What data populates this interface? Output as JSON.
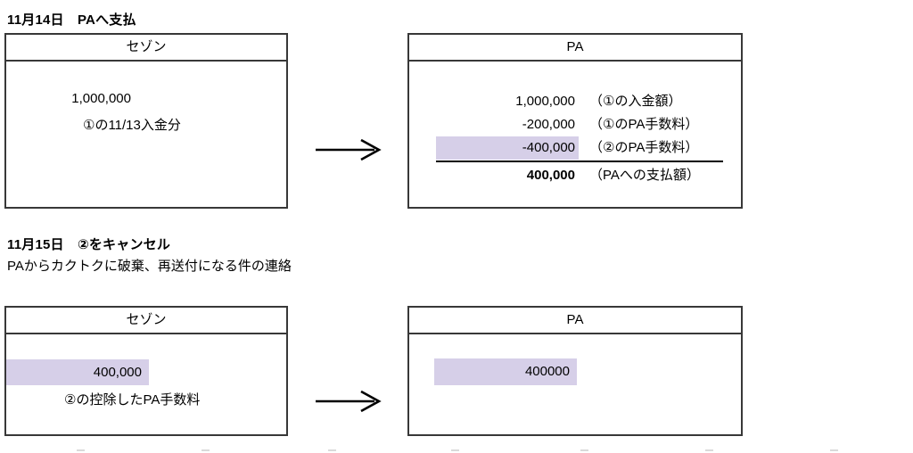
{
  "colors": {
    "highlight": "#d6cfe8",
    "box_border": "#383838",
    "text": "#000000"
  },
  "section1": {
    "title": "11月14日　PAへ支払",
    "left_box": {
      "header": "セゾン",
      "amount": "1,000,000",
      "note": "①の11/13入金分"
    },
    "right_box": {
      "header": "PA",
      "rows": [
        {
          "amount": "1,000,000",
          "note": "（①の入金額）"
        },
        {
          "amount": "-200,000",
          "note": "（①のPA手数料）"
        },
        {
          "amount": "-400,000",
          "note": "（②のPA手数料）",
          "highlighted": true
        },
        {
          "amount": "400,000",
          "note": "（PAへの支払額）",
          "bold": true,
          "total": true
        }
      ]
    }
  },
  "section2": {
    "title": "11月15日　②をキャンセル",
    "subtitle": "PAからカクトクに破棄、再送付になる件の連絡",
    "left_box": {
      "header": "セゾン",
      "amount": "400,000",
      "note": "②の控除したPA手数料",
      "amount_highlighted": true
    },
    "right_box": {
      "header": "PA",
      "amount": "400000",
      "amount_highlighted": true
    }
  },
  "icons": {
    "arrow": "right-arrow"
  }
}
